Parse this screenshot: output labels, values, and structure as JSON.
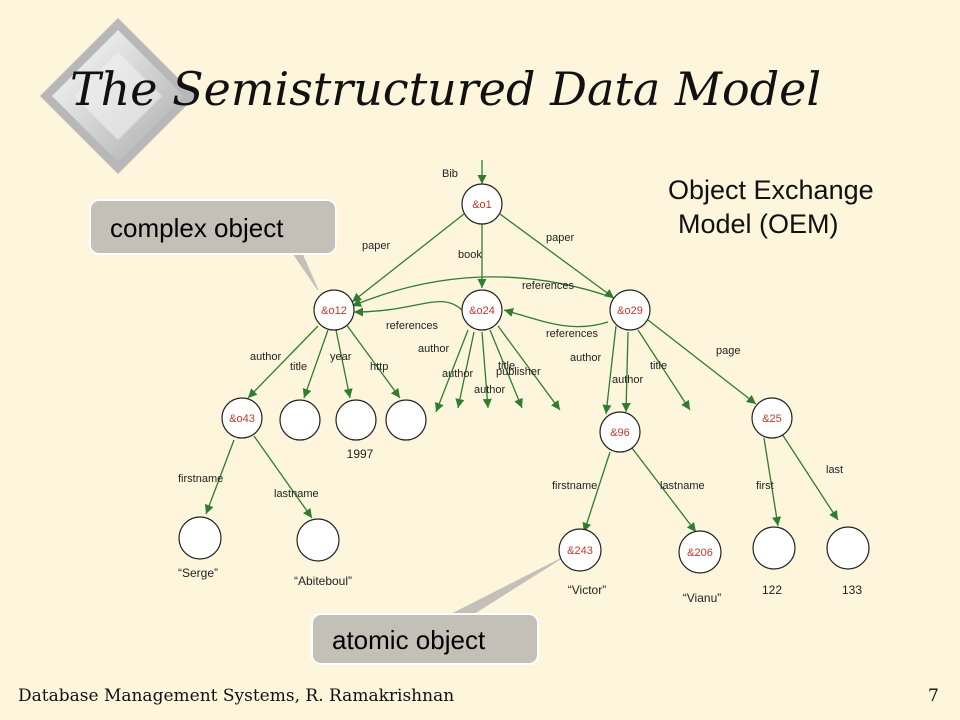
{
  "slide": {
    "title": "The Semistructured Data Model",
    "oem_title_line1": "Object Exchange",
    "oem_title_line2": "Model (OEM)",
    "footer_left": "Database Management Systems, R. Ramakrishnan",
    "page_number": "7"
  },
  "callouts": {
    "complex": "complex object",
    "atomic": "atomic object"
  },
  "nodes": {
    "o1": "&o1",
    "o12": "&o12",
    "o24": "&o24",
    "o29": "&o29",
    "o43": "&o43",
    "n96": "&96",
    "n25": "&25",
    "n243": "&243",
    "n206": "&206"
  },
  "values": {
    "year": "1997",
    "serge": "“Serge”",
    "abiteboul": "“Abiteboul”",
    "victor": "“Victor”",
    "vianu": "“Vianu”",
    "first": "122",
    "last": "133"
  },
  "edges": {
    "bib": "Bib",
    "paper_left": "paper",
    "book": "book",
    "paper_right": "paper",
    "references_top": "references",
    "references_mid": "references",
    "references_right": "references",
    "o12_author": "author",
    "o12_title": "title",
    "o12_year": "year",
    "o12_http": "http",
    "o24_author_1": "author",
    "o24_author_2": "author",
    "o24_author_3": "author",
    "o24_title": "title",
    "o24_publisher": "publisher",
    "o29_author_1": "author",
    "o29_author_2": "author",
    "o29_title": "title",
    "o29_page": "page",
    "o43_firstname": "firstname",
    "o43_lastname": "lastname",
    "n96_firstname": "firstname",
    "n96_lastname": "lastname",
    "n25_first": "first",
    "n25_last": "last"
  },
  "colors": {
    "background": "#fdf5dc",
    "edge": "#2e7d32",
    "node_label": "#c0392b",
    "callout_fill": "#c4c0b8"
  },
  "icons": {
    "decoration": "diamond-bullet-icon"
  }
}
